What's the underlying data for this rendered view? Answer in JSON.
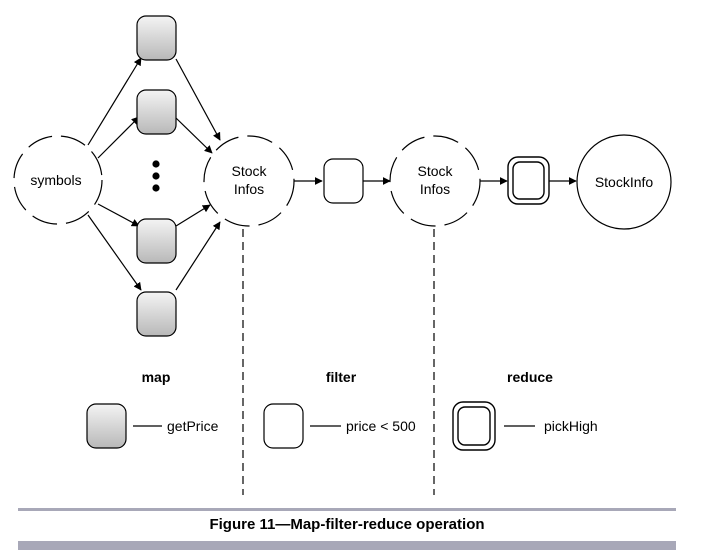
{
  "nodes": {
    "symbols": "symbols",
    "stock_infos_1": [
      "Stock",
      "Infos"
    ],
    "stock_infos_2": [
      "Stock",
      "Infos"
    ],
    "stock_info": "StockInfo"
  },
  "legend": {
    "map": {
      "header": "map",
      "label": "getPrice"
    },
    "filter": {
      "header": "filter",
      "label": "price < 500"
    },
    "reduce": {
      "header": "reduce",
      "label": "pickHigh"
    }
  },
  "caption": "Figure 11—Map-filter-reduce operation"
}
